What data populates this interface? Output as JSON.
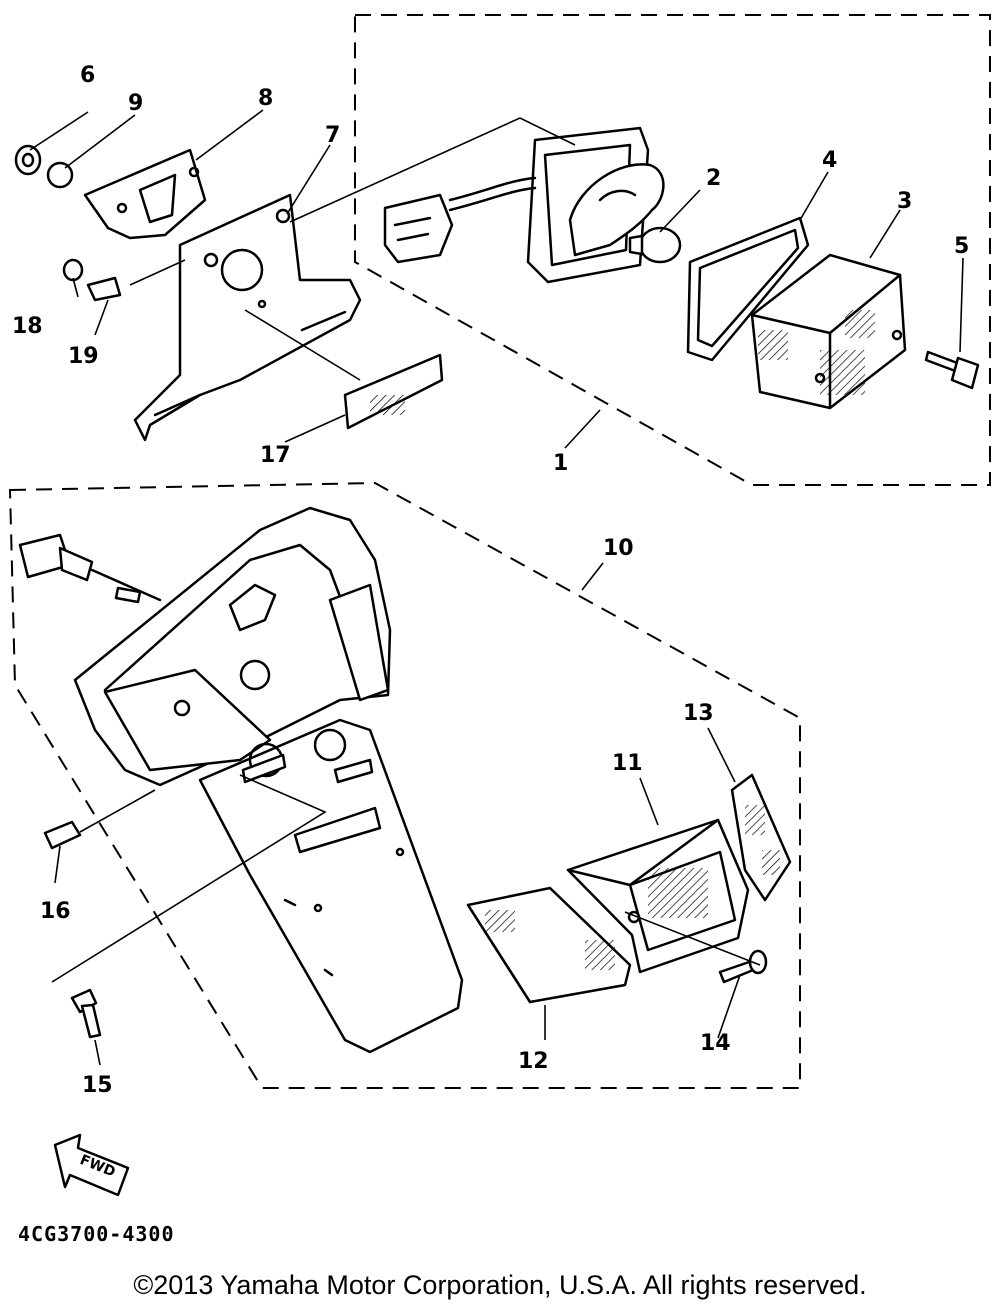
{
  "labels": {
    "p1": "1",
    "p2": "2",
    "p3": "3",
    "p4": "4",
    "p5": "5",
    "p6": "6",
    "p7": "7",
    "p8": "8",
    "p9": "9",
    "p10": "10",
    "p11": "11",
    "p12": "12",
    "p13": "13",
    "p14": "14",
    "p15": "15",
    "p16": "16",
    "p17": "17",
    "p18": "18",
    "p19": "19"
  },
  "fwd_arrow_text": "FWD",
  "diagram_code": "4CG3700-4300",
  "copyright": "©2013 Yamaha Motor Corporation, U.S.A. All rights reserved."
}
